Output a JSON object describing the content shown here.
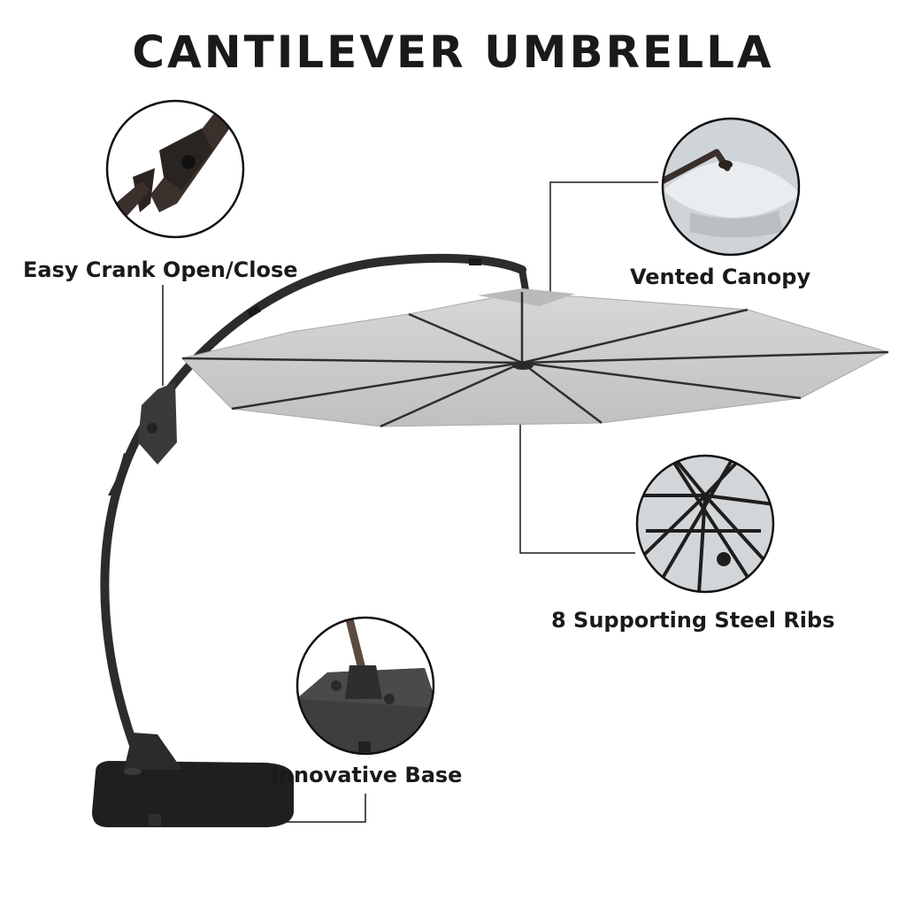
{
  "title": "CANTILEVER UMBRELLA",
  "features": {
    "crank": "Easy Crank Open/Close",
    "canopy": "Vented Canopy",
    "ribs": "8 Supporting Steel Ribs",
    "base": "Innovative Base"
  },
  "colors": {
    "canopy": "#c9cacb",
    "frame": "#2c2c2c",
    "base": "#1f1f1f",
    "text": "#1a1a1a"
  }
}
